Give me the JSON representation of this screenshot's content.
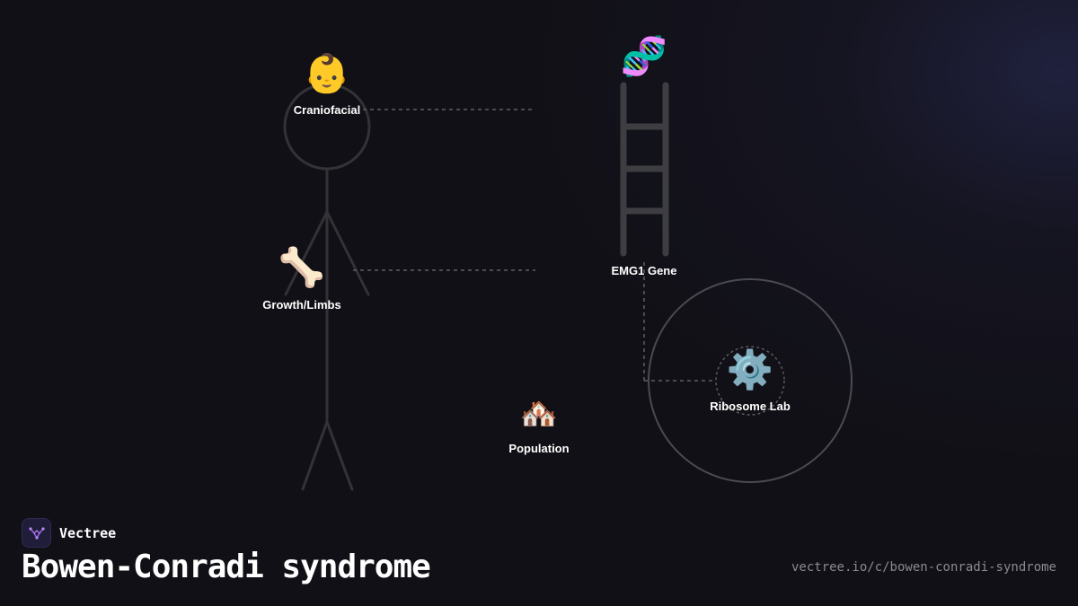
{
  "brand": {
    "name": "Vectree",
    "logo_icon": "vectree-logo-icon",
    "logo_color": "#9b5de5"
  },
  "title": "Bowen-Conradi syndrome",
  "url": "vectree.io/c/bowen-conradi-syndrome",
  "colors": {
    "background": "#111016",
    "figure_stroke": "#3a3a3e",
    "connector": "#6a6a70",
    "label": "#ffffff"
  },
  "nodes": [
    {
      "id": "craniofacial",
      "label": "Craniofacial",
      "icon": "baby-face-icon",
      "glyph": "👶"
    },
    {
      "id": "growth",
      "label": "Growth/Limbs",
      "icon": "bone-icon",
      "glyph": "🦴"
    },
    {
      "id": "gene",
      "label": "EMG1 Gene",
      "icon": "dna-icon",
      "glyph": "🧬"
    },
    {
      "id": "ribosome",
      "label": "Ribosome Lab",
      "icon": "gear-icon",
      "glyph": "⚙️"
    },
    {
      "id": "population",
      "label": "Population",
      "icon": "houses-icon",
      "glyph": "🏘️"
    }
  ]
}
